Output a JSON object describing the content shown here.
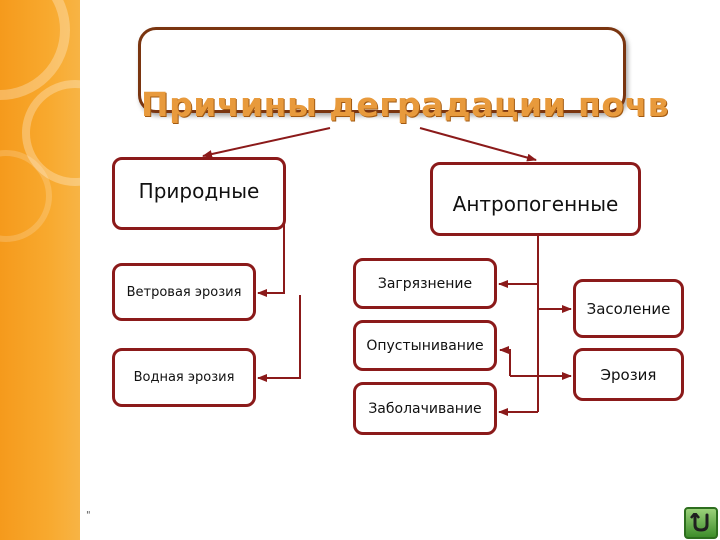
{
  "diagram": {
    "title": "Причины деградации почв",
    "natural": {
      "label": "Природные",
      "children": [
        "Ветровая эрозия",
        "Водная эрозия"
      ]
    },
    "anthropogenic": {
      "label": "Антропогенные",
      "children_left": [
        "Загрязнение",
        "Опустынивание",
        "Заболачивание"
      ],
      "children_right": [
        "Засоление",
        "Эрозия"
      ]
    }
  },
  "footer": {
    "note": "\"",
    "nav_icon": "return-arrow-icon"
  },
  "colors": {
    "accent_stripe": "#f59a1c",
    "box_border": "#8b1a1a",
    "title_border": "#7a3510",
    "title_text": "#e89a3c",
    "nav_button": "#4a9a34"
  }
}
